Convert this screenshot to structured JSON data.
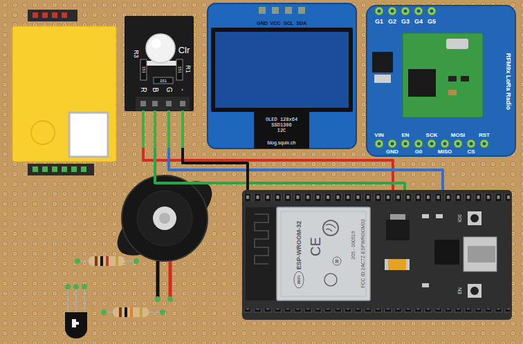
{
  "diagram": {
    "nodes": [
      {
        "text": [
          "R3",
          "Clr",
          "R1",
          "151",
          "151",
          "151",
          "R",
          "B",
          "G",
          "-"
        ]
      },
      {
        "text": [
          "GND",
          "VCC",
          "SCL",
          "SDA",
          "OLED 128x64",
          "SSD1306",
          "I2C",
          "blog.squix.ch"
        ]
      },
      {
        "text": [
          "G1",
          "G2",
          "G3",
          "G4",
          "G5",
          "RFM9x LoRa Radio",
          "VIN",
          "EN",
          "SCK",
          "MOSI",
          "RST",
          "GND",
          "G0",
          "MISO",
          "CS"
        ]
      },
      {
        "text": [
          "ESP-WROOM-32",
          "WiFi",
          "CE",
          "R",
          "205 - 000519",
          "FCC ID:2AC7Z-ESPWROOM32",
          "IO0",
          "EN"
        ]
      }
    ],
    "edges": [
      {
        "from": 0,
        "to": 3,
        "arrow": "none"
      },
      {
        "from": 0,
        "to": 3,
        "arrow": "none"
      },
      {
        "from": 0,
        "to": 3,
        "arrow": "none"
      },
      {
        "from": 0,
        "to": 3,
        "arrow": "none"
      }
    ]
  }
}
